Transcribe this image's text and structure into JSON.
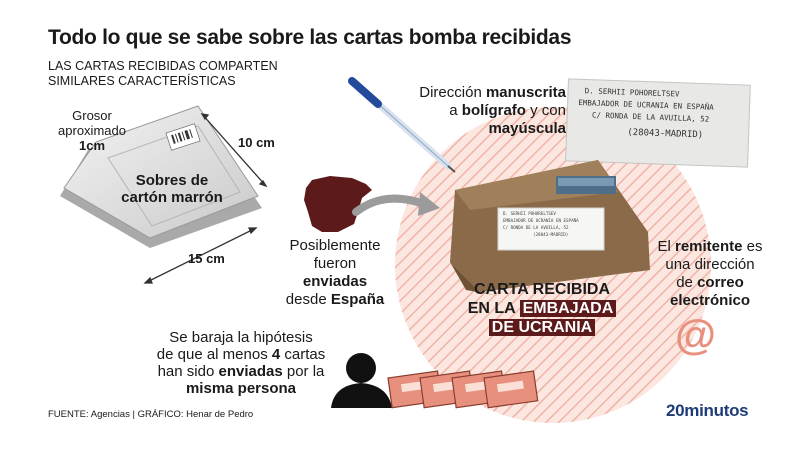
{
  "header": {
    "title": "Todo lo que se sabe sobre las cartas bomba recibidas",
    "subtitle_line1": "LAS CARTAS RECIBIDAS COMPARTEN",
    "subtitle_line2": "SIMILARES CARACTERÍSTICAS"
  },
  "envelope": {
    "grosor_label_1": "Grosor",
    "grosor_label_2": "aproximado",
    "grosor_value": "1cm",
    "width_label": "10 cm",
    "length_label": "15 cm",
    "material_1": "Sobres de",
    "material_2": "cartón marrón"
  },
  "address": {
    "text_1": "Dirección ",
    "text_1_bold": "manuscrita",
    "text_2": "a ",
    "text_2_bold": "bolígrafo",
    "text_2b": " y con",
    "text_3_bold": "mayúscula",
    "hand_line1": "D. SERHII POHORELTSEV",
    "hand_line2": "EMBAJADOR DE UCRANIA EN ESPAÑA",
    "hand_line3": "C/ RONDA DE LA AVUILLA, 52",
    "hand_line4": "(28043-MADRID)"
  },
  "origin": {
    "line1": "Posiblemente",
    "line2": "fueron",
    "line3_bold": "enviadas",
    "line4": "desde ",
    "line4_bold": "España"
  },
  "received": {
    "line1": "CARTA RECIBIDA",
    "line2_prefix": "EN LA ",
    "line2_highlight": "EMBAJADA",
    "line3_highlight": "DE UCRANIA"
  },
  "sender": {
    "line1_prefix": "El ",
    "line1_bold": "remitente",
    "line1_suffix": " es",
    "line2": "una dirección",
    "line3_prefix": "de ",
    "line3_bold": "correo",
    "line4_bold": "electrónico",
    "at_symbol": "@"
  },
  "hypothesis": {
    "line1": "Se baraja la hipótesis",
    "line2_prefix": "de que al menos ",
    "line2_bold": "4",
    "line2_suffix": " cartas",
    "line3_prefix": "han sido ",
    "line3_bold": "enviadas",
    "line3_suffix": " por la",
    "line4_bold": "misma persona"
  },
  "footer": {
    "source": "FUENTE: Agencias  |  GRÁFICO: Henar de Pedro",
    "logo": "20minutos"
  },
  "colors": {
    "salmon": "#e8907e",
    "maroon": "#5c1a1a",
    "cardboard": "#8a6a48",
    "logo_blue": "#1f3c78"
  }
}
